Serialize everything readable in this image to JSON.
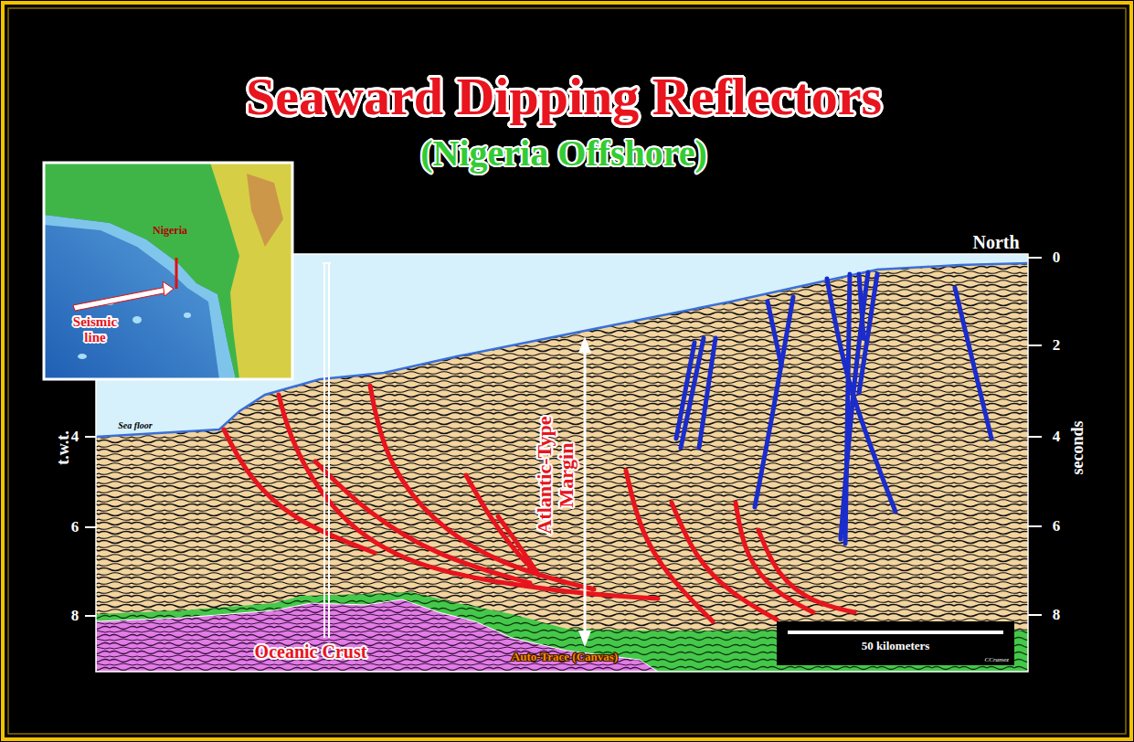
{
  "diagram": {
    "title": "Seaward Dipping Reflectors",
    "nodes": [
      {
        "text": [
          "50 kilometers",
          "CCramez"
        ]
      }
    ],
    "labels": [
      "(Nigeria Offshore)",
      "Nigeria",
      "Seismic line",
      "North",
      "0",
      "2",
      "4",
      "6",
      "8",
      "seconds",
      "t.w.t.",
      "4",
      "6",
      "8",
      "Sea floor",
      "Atlantic-Type Margin",
      "Oceanic Crust",
      "Auto-Trace (Canvas)"
    ]
  }
}
